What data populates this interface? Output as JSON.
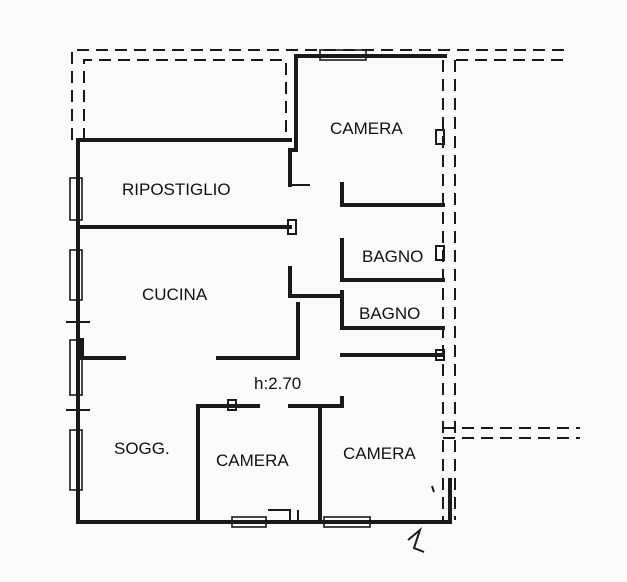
{
  "rooms": {
    "camera_top": "CAMERA",
    "ripostiglio": "RIPOSTIGLIO",
    "bagno_upper": "BAGNO",
    "bagno_lower": "BAGNO",
    "cucina": "CUCINA",
    "soggiorno": "SOGG.",
    "camera_center": "CAMERA",
    "camera_right": "CAMERA"
  },
  "ceiling_height": "h:2.70",
  "colors": {
    "line": "#1a1a1a",
    "background": "#fbfbfb"
  }
}
